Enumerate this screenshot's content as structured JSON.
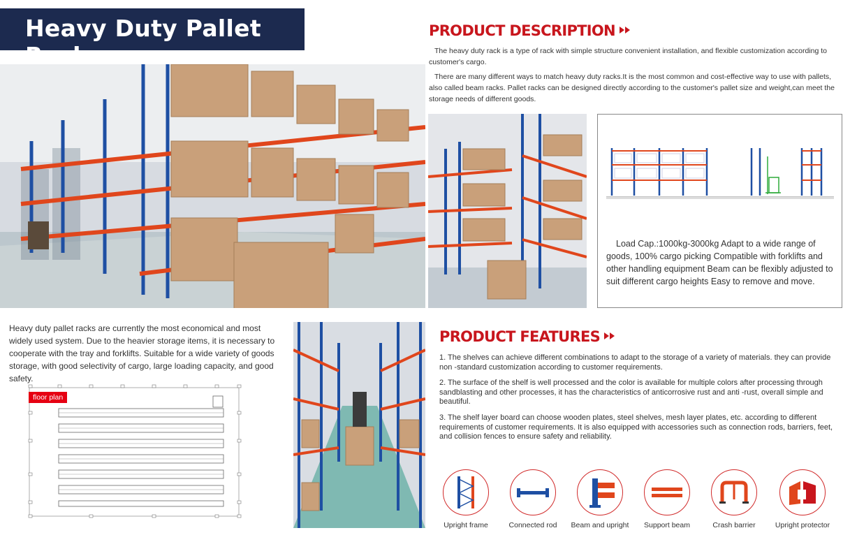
{
  "title": "Heavy Duty Pallet Rack",
  "description": {
    "heading": "PRODUCT DESCRIPTION",
    "paragraphs": [
      "The heavy duty rack is a type of rack with simple structure convenient installation, and flexible customization according to customer's cargo.",
      "There are many different ways to match heavy duty racks.It is the most common and cost-effective way to use with pallets, also called beam racks. Pallet racks can be designed directly according to the customer's pallet size and weight,can meet the storage needs of different goods."
    ]
  },
  "load_capacity_text": "Load Cap.:1000kg-3000kg Adapt to a wide range of goods, 100% cargo picking Compatible with forklifts and other handling equipment Beam can be flexibly adjusted to suit different cargo heights Easy to remove and move.",
  "left_text": "Heavy duty pallet racks are currently the most economical and most widely used system. Due to the heavier storage items, it is necessary to cooperate with the tray and forklifts. Suitable for a wide variety of goods storage, with good selectivity of cargo, large loading capacity, and good safety.",
  "floor_plan_label": "floor plan",
  "features": {
    "heading": "PRODUCT FEATURES",
    "items": [
      "1. The shelves can achieve different combinations to adapt to the storage of a variety of materials. they can provide non -standard customization according to customer requirements.",
      "2. The surface of the shelf is well processed and the color is available for multiple colors after processing through sandblasting and other processes, it has the characteristics of anticorrosive rust and anti -rust, overall simple and beautiful.",
      "3. The shelf layer board can choose wooden plates, steel shelves, mesh layer plates, etc. according to different requirements of customer requirements. It is also equipped with accessories such as connection rods, barriers, feet, and collision fences to ensure safety and reliability."
    ]
  },
  "accessories": [
    {
      "label": "Upright frame",
      "icon": "upright-frame-icon"
    },
    {
      "label": "Connected rod",
      "icon": "connected-rod-icon"
    },
    {
      "label": "Beam and upright",
      "icon": "beam-and-upright-icon"
    },
    {
      "label": "Support beam",
      "icon": "support-beam-icon"
    },
    {
      "label": "Crash barrier",
      "icon": "crash-barrier-icon"
    },
    {
      "label": "Upright protector",
      "icon": "upright-protector-icon"
    }
  ],
  "colors": {
    "banner": "#1c2a4f",
    "accent_red": "#c8161d",
    "rack_blue": "#1e4fa3",
    "rack_orange": "#e0461c"
  }
}
